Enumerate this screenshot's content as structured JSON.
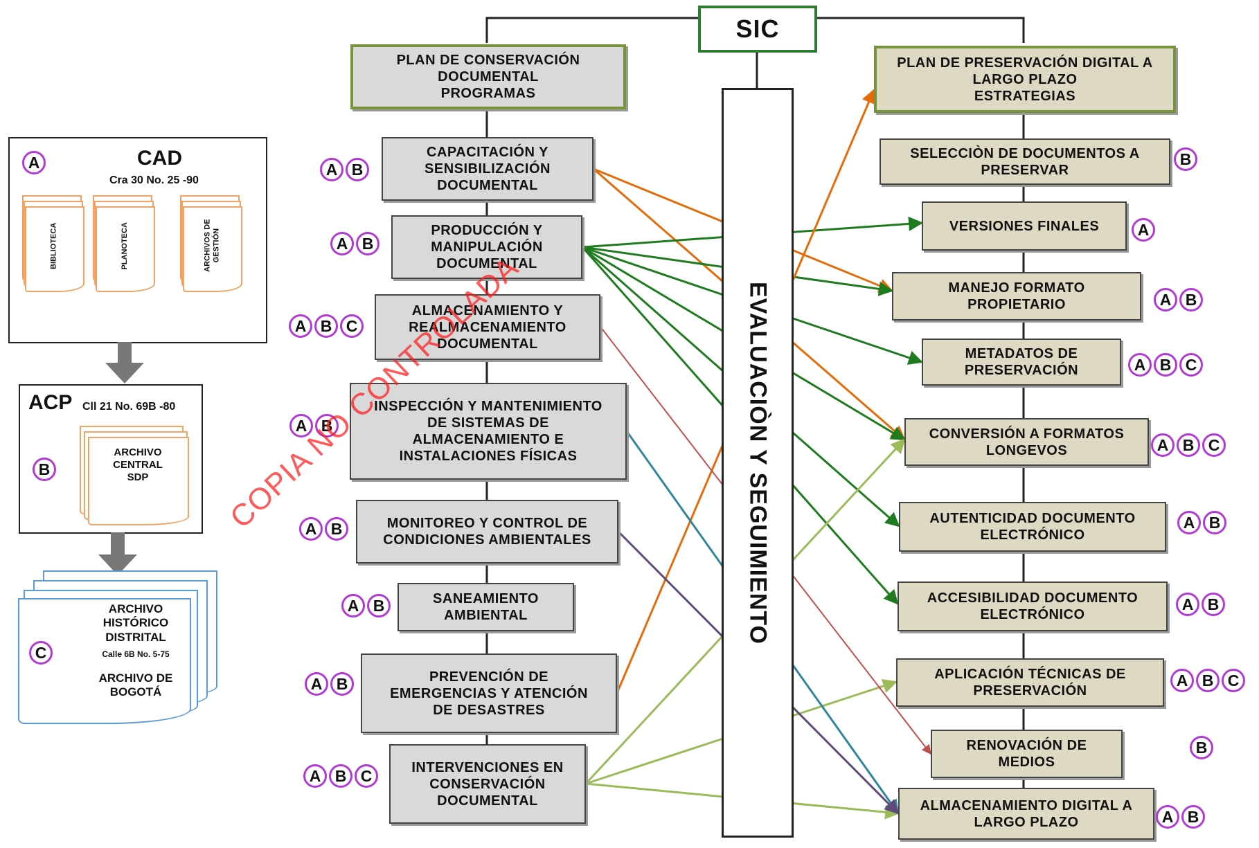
{
  "sic": "SIC",
  "evaluation": "EVALUACIÒN Y SEGUIMIENTO",
  "watermark": "COPIA NO CONTROLADA",
  "left_column": {
    "header": "PLAN DE CONSERVACIÓN\nDOCUMENTAL\nPROGRAMAS",
    "items": [
      {
        "label": "CAPACITACIÓN Y\nSENSIBILIZACIÓN\nDOCUMENTAL",
        "badges": [
          "A",
          "B"
        ]
      },
      {
        "label": "PRODUCCIÓN Y\nMANIPULACIÓN\nDOCUMENTAL",
        "badges": [
          "A",
          "B"
        ]
      },
      {
        "label": "ALMACENAMIENTO Y\nREALMACENAMIENTO\nDOCUMENTAL",
        "badges": [
          "A",
          "B",
          "C"
        ]
      },
      {
        "label": "INSPECCIÓN Y MANTENIMIENTO\nDE SISTEMAS DE\nALMACENAMIENTO E\nINSTALACIONES FÍSICAS",
        "badges": [
          "A",
          "B"
        ]
      },
      {
        "label": "MONITOREO Y CONTROL DE\nCONDICIONES AMBIENTALES",
        "badges": [
          "A",
          "B"
        ]
      },
      {
        "label": "SANEAMIENTO\nAMBIENTAL",
        "badges": [
          "A",
          "B"
        ]
      },
      {
        "label": "PREVENCIÓN DE\nEMERGENCIAS Y ATENCIÓN\nDE DESASTRES",
        "badges": [
          "A",
          "B"
        ]
      },
      {
        "label": "INTERVENCIONES EN\nCONSERVACIÓN\nDOCUMENTAL",
        "badges": [
          "A",
          "B",
          "C"
        ]
      }
    ]
  },
  "right_column": {
    "header": "PLAN DE PRESERVACIÓN DIGITAL A\nLARGO PLAZO\nESTRATEGIAS",
    "items": [
      {
        "label": "SELECCIÒN DE DOCUMENTOS A\nPRESERVAR",
        "badges": [
          "B"
        ]
      },
      {
        "label": "VERSIONES FINALES",
        "badges": [
          "A"
        ]
      },
      {
        "label": "MANEJO FORMATO\nPROPIETARIO",
        "badges": [
          "A",
          "B"
        ]
      },
      {
        "label": "METADATOS DE\nPRESERVACIÓN",
        "badges": [
          "A",
          "B",
          "C"
        ]
      },
      {
        "label": "CONVERSIÓN A FORMATOS\nLONGEVOS",
        "badges": [
          "A",
          "B",
          "C"
        ]
      },
      {
        "label": "AUTENTICIDAD DOCUMENTO\nELECTRÓNICO",
        "badges": [
          "A",
          "B"
        ]
      },
      {
        "label": "ACCESIBILIDAD DOCUMENTO\nELECTRÓNICO",
        "badges": [
          "A",
          "B"
        ]
      },
      {
        "label": "APLICACIÓN TÉCNICAS DE\nPRESERVACIÓN",
        "badges": [
          "A",
          "B",
          "C"
        ]
      },
      {
        "label": "RENOVACIÓN DE\nMEDIOS",
        "badges": [
          "B"
        ]
      },
      {
        "label": "ALMACENAMIENTO DIGITAL A\nLARGO PLAZO",
        "badges": [
          "A",
          "B"
        ]
      }
    ]
  },
  "locations": {
    "cad": {
      "badge": "A",
      "name": "CAD",
      "address": "Cra 30 No. 25 -90",
      "docs": [
        "BIBLIOTECA",
        "PLANOTECA",
        "ARCHIVOS DE\nGESTIÓN"
      ]
    },
    "acp": {
      "badge": "B",
      "name": "ACP",
      "address": "Cll 21 No. 69B -80",
      "doc": "ARCHIVO\nCENTRAL\nSDP"
    },
    "historico": {
      "badge": "C",
      "title": "ARCHIVO\nHISTÓRICO\nDISTRITAL",
      "address": "Calle 6B No. 5-75",
      "subtitle": "ARCHIVO DE\nBOGOTÁ"
    }
  },
  "colors": {
    "capacitacion": "#e36c09",
    "produccion": "#1e7b1e",
    "prevencion": "#e36c09",
    "intervenciones": "#9bbb59",
    "inspeccion": "#31859c",
    "monitoreo": "#604a7b",
    "almacenamiento": "#c0504d",
    "panel_border": "#77933c",
    "badge_ring": "#b03ad3"
  },
  "connections": [
    {
      "from": 0,
      "to": 2,
      "color_key": "capacitacion"
    },
    {
      "from": 0,
      "to": 4,
      "color_key": "capacitacion"
    },
    {
      "from": 1,
      "to": 1,
      "color_key": "produccion"
    },
    {
      "from": 1,
      "to": 2,
      "color_key": "produccion"
    },
    {
      "from": 1,
      "to": 3,
      "color_key": "produccion"
    },
    {
      "from": 1,
      "to": 4,
      "color_key": "produccion"
    },
    {
      "from": 1,
      "to": 5,
      "color_key": "produccion"
    },
    {
      "from": 1,
      "to": 6,
      "color_key": "produccion"
    },
    {
      "from": 6,
      "to": "header",
      "color_key": "prevencion"
    },
    {
      "from": 7,
      "to": 4,
      "color_key": "intervenciones"
    },
    {
      "from": 7,
      "to": 7,
      "color_key": "intervenciones"
    },
    {
      "from": 7,
      "to": 9,
      "color_key": "intervenciones"
    },
    {
      "from": 3,
      "to": 9,
      "color_key": "inspeccion"
    },
    {
      "from": 4,
      "to": 9,
      "color_key": "monitoreo"
    },
    {
      "from": 2,
      "to": 8,
      "color_key": "almacenamiento"
    }
  ]
}
